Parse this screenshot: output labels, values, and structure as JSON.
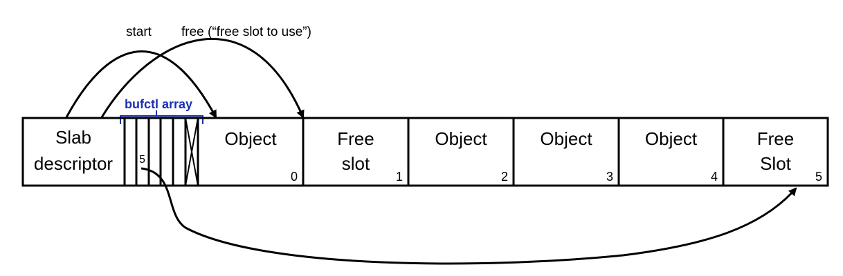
{
  "annotations": {
    "start": "start",
    "free": "free (“free slot to use”)",
    "bufctl_array": "bufctl array",
    "bufctl_first_entry": "5"
  },
  "descriptor": {
    "line1": "Slab",
    "line2": "descriptor"
  },
  "cells": [
    {
      "line1": "Object",
      "line2": "",
      "index": "0"
    },
    {
      "line1": "Free",
      "line2": "slot",
      "index": "1"
    },
    {
      "line1": "Object",
      "line2": "",
      "index": "2"
    },
    {
      "line1": "Object",
      "line2": "",
      "index": "3"
    },
    {
      "line1": "Object",
      "line2": "",
      "index": "4"
    },
    {
      "line1": "Free",
      "line2": "Slot",
      "index": "5"
    }
  ],
  "colors": {
    "bufctl_accent": "#1a2fb5",
    "stroke": "#000000"
  }
}
